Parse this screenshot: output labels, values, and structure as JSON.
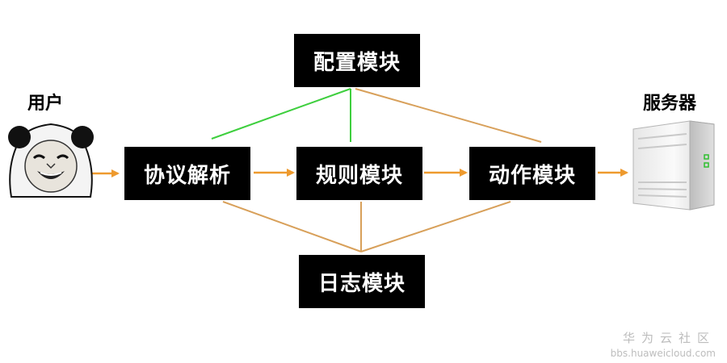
{
  "nodes": {
    "user": "用户",
    "server": "服务器",
    "config": "配置模块",
    "parser": "协议解析",
    "rules": "规则模块",
    "action": "动作模块",
    "log": "日志模块"
  },
  "watermark": {
    "title": "华为云社区",
    "url": "bbs.huaweicloud.com"
  },
  "colors": {
    "flow_arrow": "#ee9a2e",
    "config_link": "#3ecf3e",
    "log_link": "#d8a05a",
    "box_bg": "#000000",
    "box_text": "#ffffff"
  },
  "icons": {
    "user": "panda-meme-face-icon",
    "server": "server-tower-icon"
  }
}
